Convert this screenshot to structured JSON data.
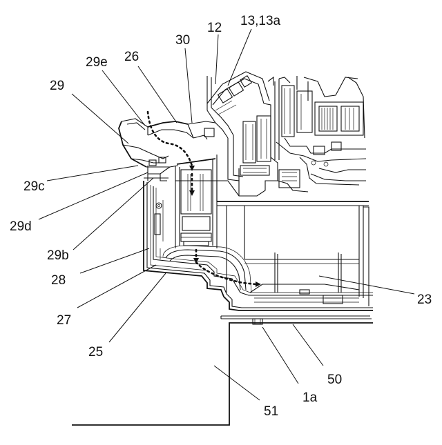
{
  "labels": [
    {
      "id": "12",
      "text": "12"
    },
    {
      "id": "13",
      "text": "13,13a"
    },
    {
      "id": "30",
      "text": "30"
    },
    {
      "id": "26",
      "text": "26"
    },
    {
      "id": "29e",
      "text": "29e"
    },
    {
      "id": "29",
      "text": "29"
    },
    {
      "id": "29c",
      "text": "29c"
    },
    {
      "id": "29d",
      "text": "29d"
    },
    {
      "id": "29b",
      "text": "29b"
    },
    {
      "id": "28",
      "text": "28"
    },
    {
      "id": "27",
      "text": "27"
    },
    {
      "id": "25",
      "text": "25"
    },
    {
      "id": "23",
      "text": "23"
    },
    {
      "id": "50",
      "text": "50"
    },
    {
      "id": "1a",
      "text": "1a"
    },
    {
      "id": "51",
      "text": "51"
    }
  ]
}
